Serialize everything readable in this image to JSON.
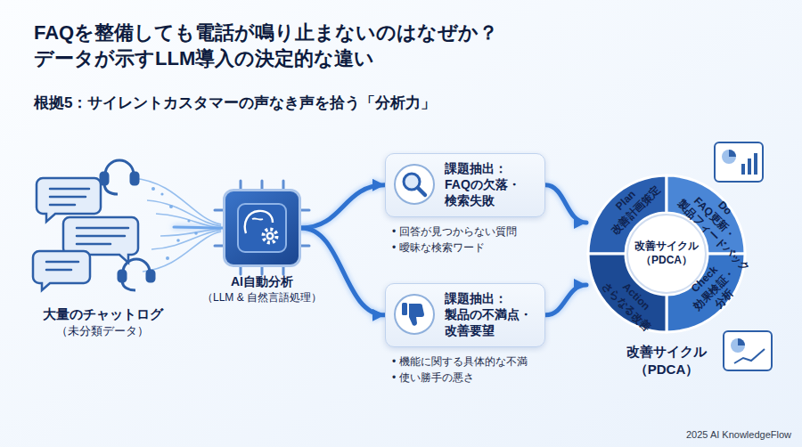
{
  "diagram": {
    "title": "FAQを整備しても電話が鳴り止まないのはなぜか？ データが示すLLM導入の決定的な違い",
    "nodes": [
      {
        "text": [
          "大量のチャットログ",
          "（未分類データ）"
        ]
      },
      {
        "text": [
          "AI自動分析",
          "（LLM & 自然言語処理）"
        ]
      },
      {
        "text": [
          "課題抽出： FAQの欠落・ 検索失敗"
        ]
      },
      {
        "text": [
          "課題抽出： 製品の不満点・ 改善要望"
        ]
      },
      {
        "text": [
          "改善サイクル （PDCA）",
          "改善サイクル （PDCA）"
        ]
      },
      {
        "text": [
          "Plan",
          "改善計画策定"
        ],
        "in": 4
      },
      {
        "text": [
          "Do",
          "FAQ更新・製品フィードバック"
        ],
        "in": 4
      },
      {
        "text": [
          "Check",
          "効果検証・分析"
        ],
        "in": 4
      },
      {
        "text": [
          "Action",
          "さらなる改善"
        ],
        "in": 4
      }
    ],
    "edges": [
      {
        "from": 0,
        "to": 1,
        "arrow": "none"
      },
      {
        "from": 1,
        "to": 2,
        "arrow": "to"
      },
      {
        "from": 1,
        "to": 3,
        "arrow": "to"
      },
      {
        "from": 2,
        "to": 4,
        "arrow": "to"
      },
      {
        "from": 3,
        "to": 4,
        "arrow": "to"
      }
    ],
    "labels": [
      "根拠5：サイレントカスタマーの声なき声を拾う「分析力」",
      "• 回答が見つからない質問",
      "• 曖昧な検索ワード",
      "• 機能に関する具体的な不満",
      "• 使い勝手の悪さ",
      "2025 AI KnowledgeFlow"
    ]
  }
}
